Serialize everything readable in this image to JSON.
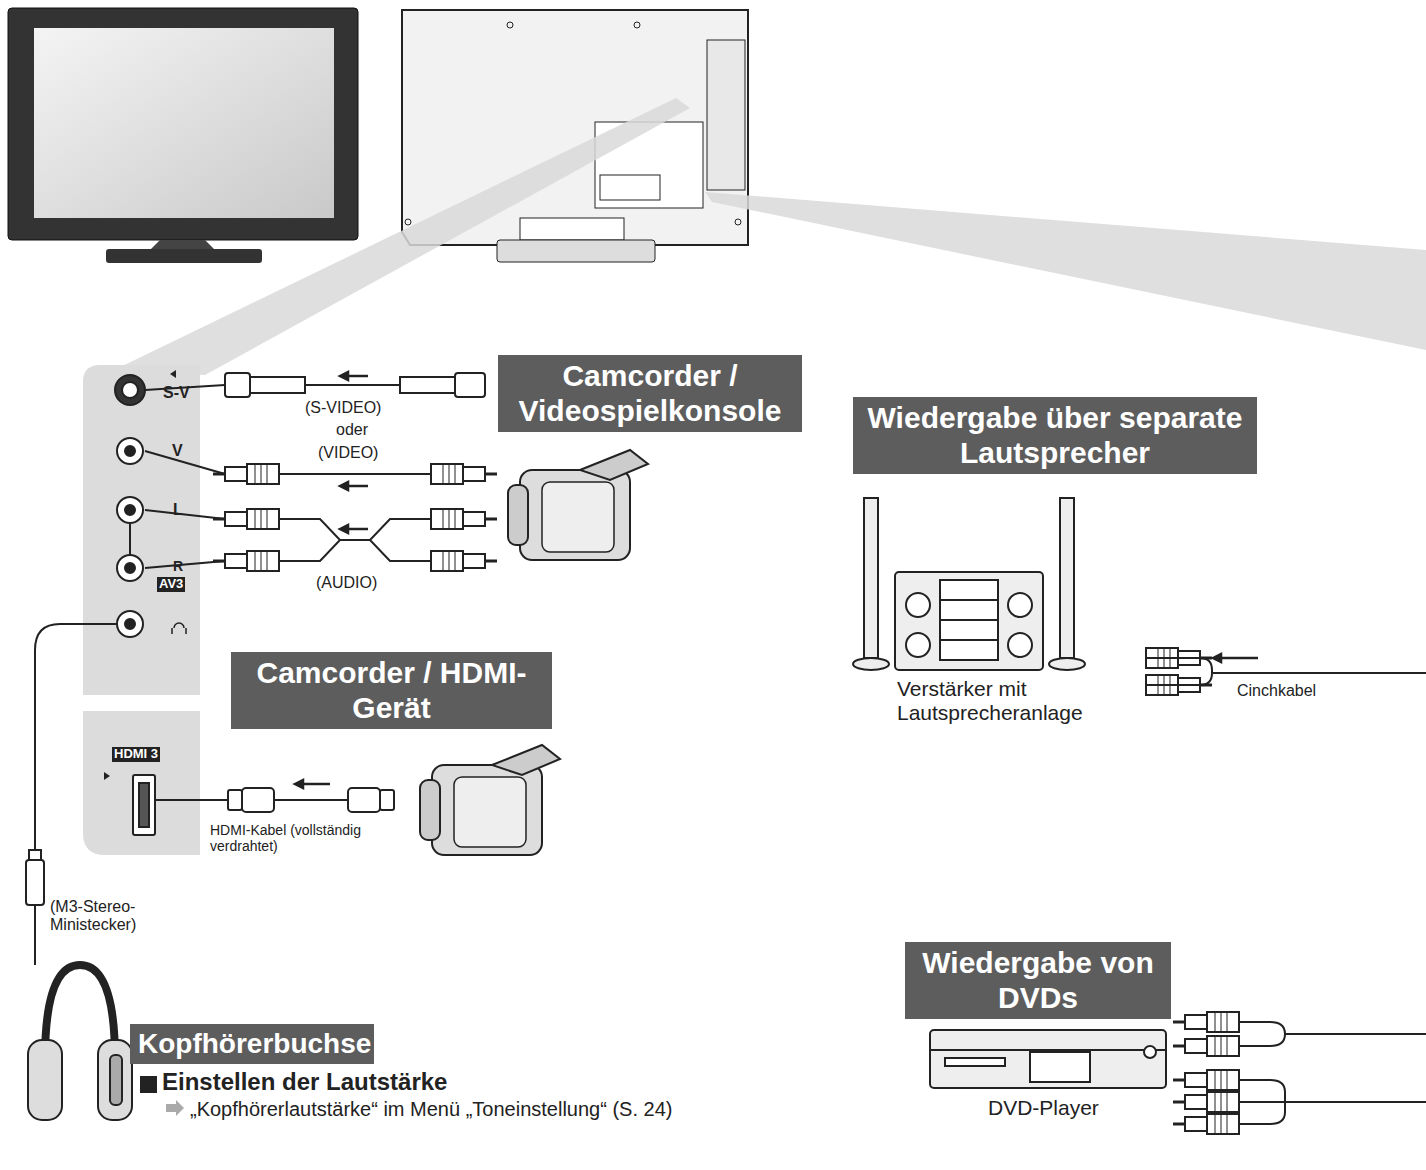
{
  "diagram": {
    "nodes": [
      {
        "text": [
          "Camcorder / Videospielkonsole"
        ]
      },
      {
        "text": [
          "Wiedergabe über separate Lautsprecher"
        ]
      },
      {
        "text": [
          "Camcorder / HDMI-Gerät"
        ]
      },
      {
        "text": [
          "Wiedergabe von DVDs"
        ]
      },
      {
        "text": [
          "Kopfhörerbuchse"
        ]
      }
    ],
    "labels": [
      "S-V",
      "V",
      "L",
      "R",
      "AV3",
      "(S-VIDEO)",
      "oder",
      "(VIDEO)",
      "(AUDIO)",
      "HDMI 3",
      "HDMI-Kabel (vollständig verdrahtet)",
      "(M3-Stereo- Ministecker)",
      "Einstellen der Lautstärke",
      "„Kopfhörerlautstärke“ im Menü „Toneinstellung“ (S. 24)",
      "Verstärker mit Lautsprecheranlage",
      "Cinchkabel",
      "DVD-Player"
    ]
  }
}
